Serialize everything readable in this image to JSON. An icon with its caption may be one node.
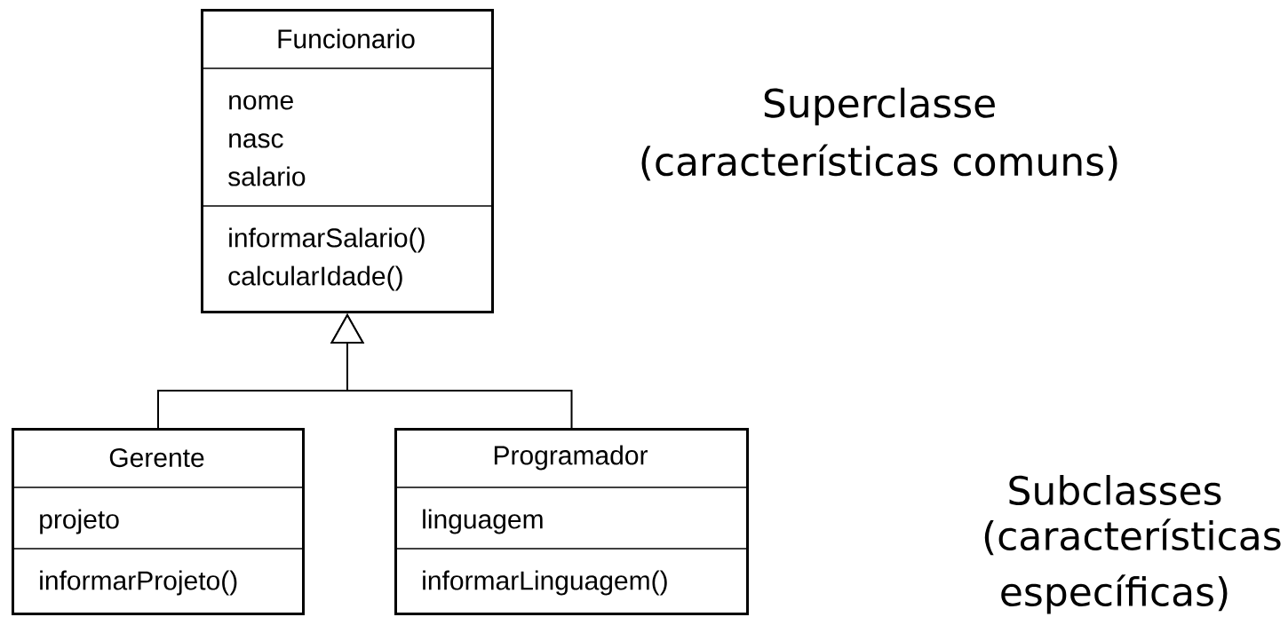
{
  "diagram": {
    "nodes": [
      {
        "text": [
          "Funcionario",
          "nome nasc salario",
          "informarSalario() calcularIdade()"
        ]
      },
      {
        "text": [
          "Gerente",
          "projeto",
          "informarProjeto()"
        ]
      },
      {
        "text": [
          "Programador",
          "linguagem",
          "informarLinguagem()"
        ]
      }
    ],
    "edges": [
      {
        "from": 1,
        "to": 0,
        "arrow": "to"
      },
      {
        "from": 2,
        "to": 0,
        "arrow": "to"
      }
    ],
    "labels": [
      "Superclasse",
      "(características comuns)",
      "Subclasses",
      "(características específicas)"
    ]
  }
}
